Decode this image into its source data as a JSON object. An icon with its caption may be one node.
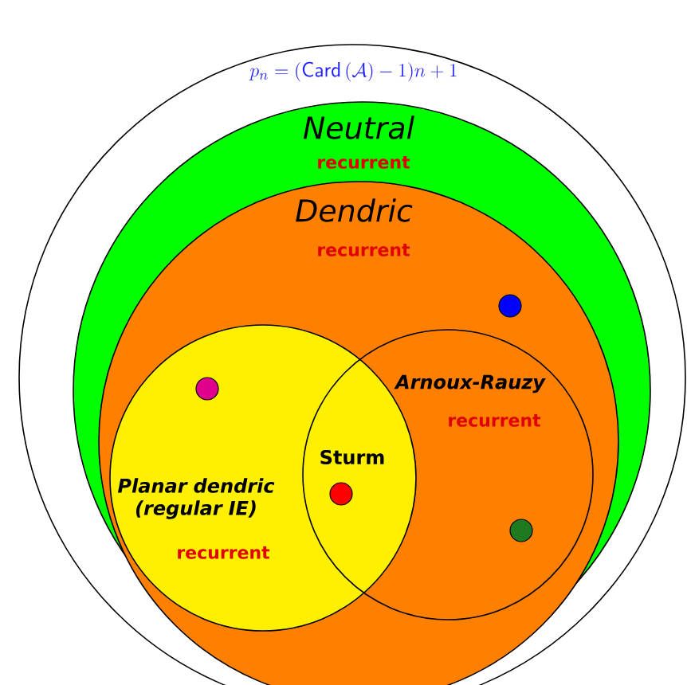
{
  "diagram": {
    "nodes": [
      {
        "text": [
          "p_n = (\\mathsf{Card}\\,(\\mathcal{A}) - 1)n + 1"
        ]
      },
      {
        "text": [
          "Neutral",
          "recurrent"
        ],
        "in": 0
      },
      {
        "text": [
          "Dendric",
          "recurrent"
        ],
        "in": 1
      },
      {
        "text": [
          "Planar dendric (regular IE)",
          "recurrent"
        ],
        "in": 2
      },
      {
        "text": [
          "Arnoux-Rauzy",
          "recurrent"
        ],
        "in": 2
      },
      {
        "text": [],
        "shape": "circle",
        "in": 2
      },
      {
        "text": [],
        "shape": "circle",
        "in": 3
      },
      {
        "text": [],
        "shape": "circle"
      },
      {
        "text": [],
        "shape": "circle",
        "in": 4
      }
    ],
    "edges": [],
    "labels": [
      "Sturm"
    ]
  }
}
